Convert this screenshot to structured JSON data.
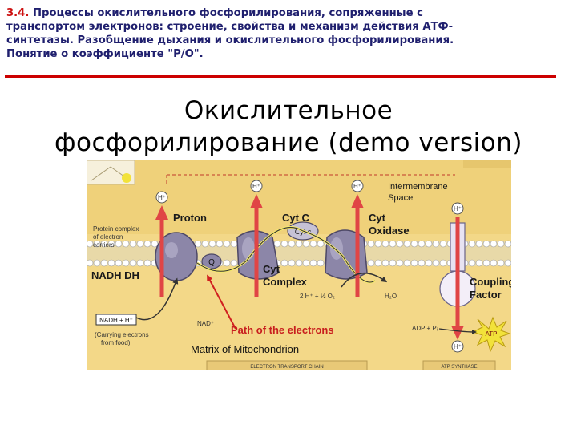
{
  "header": {
    "number": "3.4.",
    "line1": "Процессы окислительного фосфорилирования, сопряженные с",
    "line2": "транспортом электронов: строение, свойства и механизм действия АТФ-",
    "line3": "синтетазы. Разобщение дыхания и окислительного фосфорилирования.",
    "line4": "Понятие о коэффициенте \"P/O\"."
  },
  "title": {
    "line1": "Окислительное",
    "line2": "фосфорилирование (demo version)"
  },
  "diagram": {
    "labels": {
      "intermembrane_line1": "Intermembrane",
      "intermembrane_line2": "Space",
      "proton": "Proton",
      "cytc": "Cyt C",
      "cytc_oval": "Cyt c",
      "cyt_oxidase_1": "Cyt",
      "cyt_oxidase_2": "Oxidase",
      "protein_complex_1": "Protein complex",
      "protein_complex_2": "of electron",
      "protein_complex_3": "carriers",
      "nadh_dh": "NADH DH",
      "q": "Q",
      "cyt_complex_1": "Cyt",
      "cyt_complex_2": "Complex",
      "coupling_1": "Coupling",
      "coupling_2": "Factor",
      "water_reaction": "2 H⁺ + ½ O₂",
      "water": "H₂O",
      "nadh_box": "NADH + H⁺",
      "nad": "NAD⁺",
      "carrying_1": "(Carrying electrons",
      "carrying_2": "from food)",
      "path": "Path of the electrons",
      "matrix": "Matrix of Mitochondrion",
      "adp": "ADP + Pᵢ",
      "atp": "ATP",
      "h_plus": "H⁺",
      "etc": "ELECTRON TRANSPORT CHAIN",
      "atp_synthase": "ATP SYNTHASE"
    },
    "colors": {
      "background": "#f3d888",
      "background_upper": "#efd17a",
      "membrane_head": "#ffffff",
      "membrane_tail": "#e8d9a8",
      "protein": "#8c86a8",
      "arrow": "#e04545",
      "path_arrow": "#d02020",
      "atp_burst": "#f2e23a",
      "caption_bar": "#e8c977"
    }
  }
}
